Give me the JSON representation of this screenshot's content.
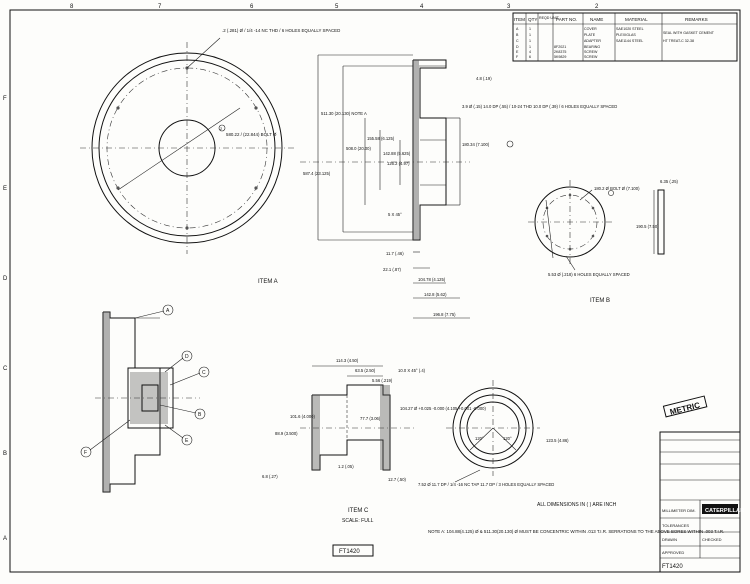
{
  "zones": {
    "top": [
      "8",
      "7",
      "6",
      "5",
      "4",
      "3",
      "2"
    ],
    "side": [
      "F",
      "E",
      "D",
      "C",
      "B",
      "A"
    ]
  },
  "parts_table": {
    "headers": [
      "ITEM",
      "QTY",
      "REQD UNIT",
      "PART NO.",
      "NAME",
      "MATERIAL",
      "REMARKS"
    ],
    "rows": [
      {
        "item": "A",
        "qty": "1",
        "unit": "",
        "part": "",
        "name": "COVER",
        "material": "SAE1020 STEEL",
        "remarks": ""
      },
      {
        "item": "B",
        "qty": "1",
        "unit": "",
        "part": "",
        "name": "PLATE",
        "material": "PLEXIGLAS",
        "remarks": "SEAL WITH GASKET CEMENT"
      },
      {
        "item": "C",
        "qty": "1",
        "unit": "",
        "part": "",
        "name": "ADAPTER",
        "material": "SAE1144 STEEL",
        "remarks": "HT TREAT-C 32-38"
      },
      {
        "item": "D",
        "qty": "1",
        "unit": "",
        "part": "8F2021",
        "name": "BEARING",
        "material": "",
        "remarks": ""
      },
      {
        "item": "E",
        "qty": "4",
        "unit": "",
        "part": "2K8375",
        "name": "SCREW",
        "material": "",
        "remarks": ""
      },
      {
        "item": "F",
        "qty": "6",
        "unit": "",
        "part": "5K9829",
        "name": "SCREW",
        "material": "",
        "remarks": ""
      }
    ]
  },
  "item_a": {
    "label": "ITEM A",
    "face_note": ".2  (.281) Ø / 1/4 -14 NC THD / 6 HOLES EQUALLY SPACED",
    "bolt_circle": "580.22 / (22.844) BOLT Ø",
    "diameters": [
      "511.30 (20.130) NOTE A",
      "508.0 (20.00)",
      "155.58 (6.125)",
      "142.88 (5.625)",
      "126.2 (4.97)",
      "587.4 (23.125)"
    ],
    "flange_thk": "4.8 (.19)",
    "hole_note": "3.9 Ø (.15) 14.0 DP (.55) / 10-24 THD 10.0 DP (.39) / 6 HOLES EQUALLY SPACED",
    "bore": "180.34 (7.100)",
    "chamfer": "5 X 45°",
    "lengths": [
      "11.7 (.46)",
      "22.1 (.87)",
      "104.78 (4.125)",
      "142.8 (5.62)",
      "196.8 (7.75)"
    ]
  },
  "item_b": {
    "label": "ITEM B",
    "bolt_circle": "180.2 Ø BOLT Ø (7.100)",
    "holes": "5.53 Ø (.218) 6 HOLES EQUALLY SPACED",
    "thickness": "6.35 (.25)",
    "height": "190.5 (7.50)"
  },
  "item_c": {
    "label": "ITEM C",
    "scale": "SCALE: FULL",
    "dims": [
      "114.3 (4.50)",
      "63.5 (2.50)",
      "5.56 (.219)",
      "10.0 X 45° (.4)",
      "101.6 (4.000)",
      "88.9 (3.500)",
      "77.7 (3.06)",
      "1.2 (.05)",
      "6.8 (.27)",
      "12.7 (.50)"
    ],
    "thread_note": "7.52 Ø 11.7 DP / 1/4 -16 NC TAP 11.7 DP / 3 HOLES EQUALLY SPACED",
    "right_dim": "123.5 (4.86)",
    "angles": [
      "120°",
      "120°"
    ],
    "bore_tol": "104.27 Ø +0.025 -0.000 (4.105 +0.001 -0.000)"
  },
  "assembly_balloons": [
    "A",
    "D",
    "C",
    "B",
    "E",
    "F"
  ],
  "notes": {
    "dimensions": "ALL DIMENSIONS IN ( ) ARE INCH",
    "note_a": "NOTE A: 104.88(4.125) Ø & 511.30(20.130) Ø MUST BE CONCENTRIC WITHIN .013 T.I.R. SERRATIONS TO THE ABOVE BORES WITHIN .003 T.I.R.",
    "metric": "METRIC"
  },
  "title_block": {
    "company": "CATERPILLAR",
    "rows": [
      "MILLIMETER DIM.",
      "TOLERANCES",
      "DRAWN",
      "CHECKED",
      "APPROVED"
    ],
    "drawing_no": "FT1420"
  },
  "bottom_label": "FT1420"
}
